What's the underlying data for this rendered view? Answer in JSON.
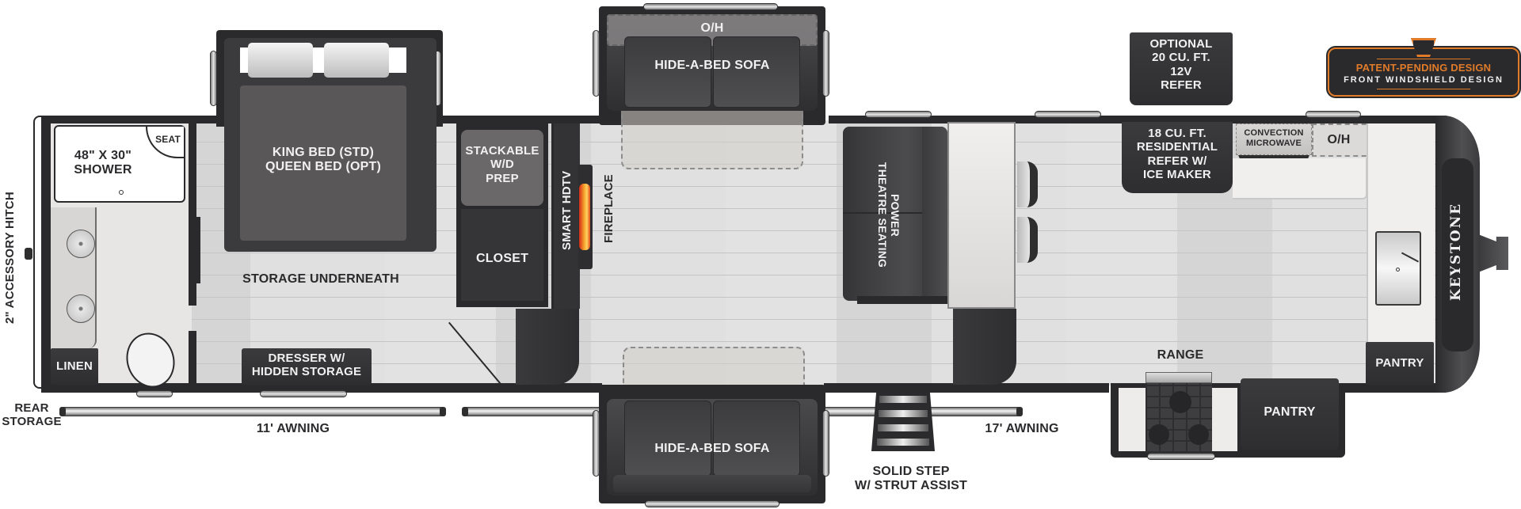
{
  "floorplan": {
    "brand": "KEYSTONE",
    "badge": {
      "line1": "PATENT-PENDING DESIGN",
      "line2": "FRONT WINDSHIELD DESIGN",
      "accent_color": "#e07b2a"
    },
    "colors": {
      "wall": "#2a292b",
      "floor": "#dcdcdc",
      "furniture_dark": "#3a393b",
      "label_dark": "#2b2a2c",
      "label_light": "#f2f1f1"
    },
    "exterior_labels": {
      "hitch": "2\" ACCESSORY HITCH",
      "rear_storage": "REAR\nSTORAGE",
      "awning_rear": "11' AWNING",
      "awning_front": "17' AWNING",
      "step": "SOLID STEP\nW/ STRUT ASSIST",
      "optional_refer": "OPTIONAL\n20 CU. FT.\n12V\nREFER"
    },
    "rooms": {
      "bath": {
        "shower": "48\" X 30\"\nSHOWER",
        "seat": "SEAT",
        "linen": "LINEN"
      },
      "bedroom": {
        "bed": "KING BED (STD)\nQUEEN BED (OPT)",
        "storage": "STORAGE UNDERNEATH",
        "dresser": "DRESSER W/\nHIDDEN STORAGE",
        "washer_dryer": "STACKABLE\nW/D\nPREP",
        "closet": "CLOSET"
      },
      "living": {
        "tv": "SMART HDTV",
        "fireplace": "FIREPLACE",
        "sofa_top": "HIDE-A-BED SOFA",
        "sofa_top_overhead": "O/H",
        "sofa_bottom": "HIDE-A-BED SOFA",
        "theatre_seating": "POWER\nTHEATRE SEATING"
      },
      "kitchen": {
        "refer": "18 CU. FT.\nRESIDENTIAL\nREFER W/\nICE MAKER",
        "microwave": "CONVECTION\nMICROWAVE",
        "overhead": "O/H",
        "range": "RANGE",
        "pantry_slide": "PANTRY",
        "pantry_front": "PANTRY"
      }
    }
  }
}
